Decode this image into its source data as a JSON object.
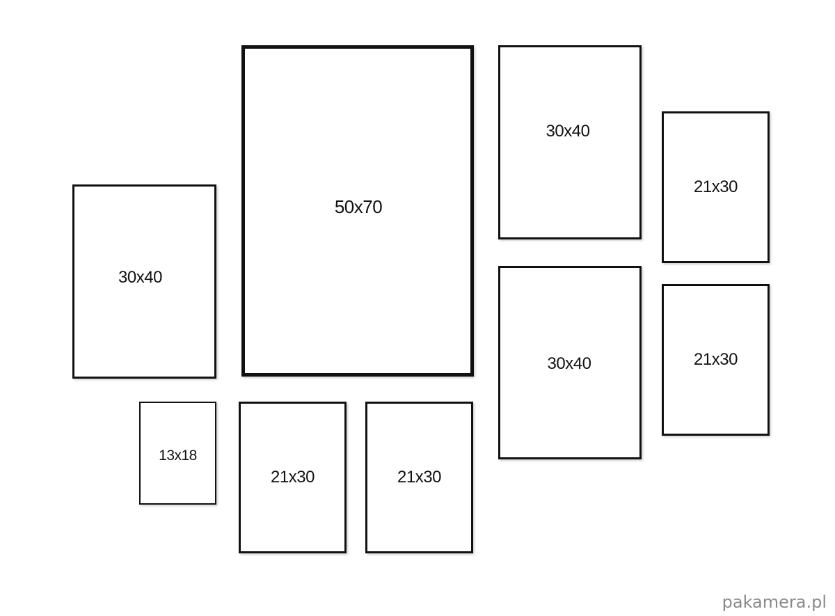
{
  "frames": [
    {
      "label": "50x70"
    },
    {
      "label": "30x40"
    },
    {
      "label": "30x40"
    },
    {
      "label": "30x40"
    },
    {
      "label": "21x30"
    },
    {
      "label": "21x30"
    },
    {
      "label": "13x18"
    },
    {
      "label": "21x30"
    },
    {
      "label": "21x30"
    }
  ],
  "watermark": "pakamera.pl",
  "colors": {
    "frame_border": "#111111",
    "background": "#ffffff",
    "watermark": "#8a8a8a"
  }
}
